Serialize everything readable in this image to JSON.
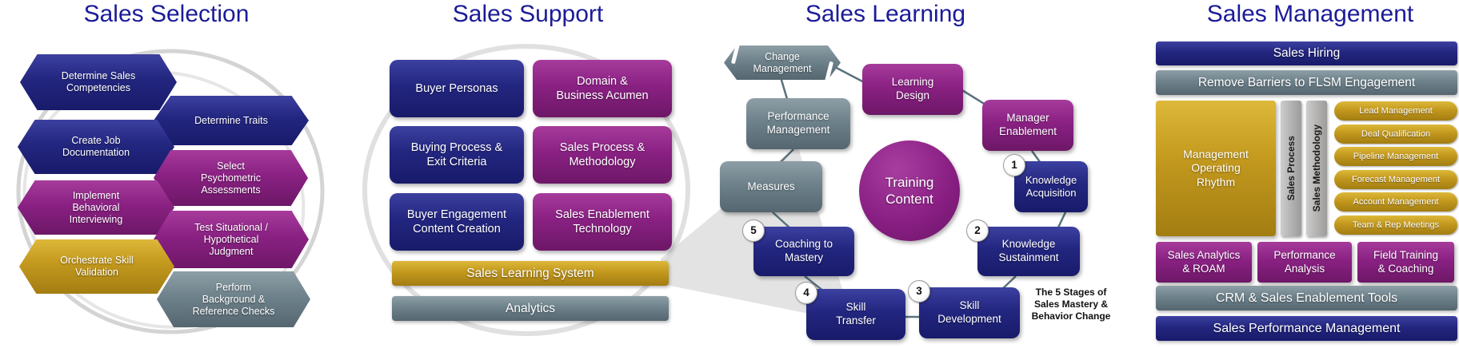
{
  "colors": {
    "navy": "#23267f",
    "purple": "#8a2183",
    "gold": "#c2981d",
    "slate": "#6e828b",
    "silver": "#b2b1b0",
    "title_blue": "#1b1b99",
    "connector": "#5a717c"
  },
  "sales_selection": {
    "title": "Sales Selection",
    "steps": [
      {
        "label": "Determine Sales\nCompetencies",
        "color": "navy"
      },
      {
        "label": "Determine Traits",
        "color": "navy"
      },
      {
        "label": "Create Job\nDocumentation",
        "color": "navy"
      },
      {
        "label": "Select\nPsychometric\nAssessments",
        "color": "purple"
      },
      {
        "label": "Implement\nBehavioral\nInterviewing",
        "color": "purple"
      },
      {
        "label": "Test Situational /\nHypothetical\nJudgment",
        "color": "purple"
      },
      {
        "label": "Orchestrate Skill\nValidation",
        "color": "gold"
      },
      {
        "label": "Perform\nBackground &\nReference Checks",
        "color": "slate"
      }
    ]
  },
  "sales_support": {
    "title": "Sales Support",
    "cards": [
      {
        "label": "Buyer Personas",
        "color": "navy"
      },
      {
        "label": "Domain &\nBusiness Acumen",
        "color": "purple"
      },
      {
        "label": "Buying Process &\nExit Criteria",
        "color": "navy"
      },
      {
        "label": "Sales Process &\nMethodology",
        "color": "purple"
      },
      {
        "label": "Buyer Engagement\nContent Creation",
        "color": "navy"
      },
      {
        "label": "Sales Enablement\nTechnology",
        "color": "purple"
      }
    ],
    "system_bar": "Sales Learning System",
    "analytics_bar": "Analytics"
  },
  "sales_learning": {
    "title": "Sales Learning",
    "change_management": "Change\nManagement",
    "learning_design": "Learning\nDesign",
    "performance_management": "Performance\nManagement",
    "manager_enablement": "Manager\nEnablement",
    "measures": "Measures",
    "training_content": "Training\nContent",
    "stages": [
      {
        "num": "1",
        "label": "Knowledge\nAcquisition"
      },
      {
        "num": "2",
        "label": "Knowledge\nSustainment"
      },
      {
        "num": "3",
        "label": "Skill\nDevelopment"
      },
      {
        "num": "4",
        "label": "Skill\nTransfer"
      },
      {
        "num": "5",
        "label": "Coaching to\nMastery"
      }
    ],
    "caption": "The 5 Stages of\nSales Mastery &\nBehavior Change"
  },
  "sales_management": {
    "title": "Sales Management",
    "hiring_bar": "Sales Hiring",
    "flsm_bar": "Remove Barriers to FLSM Engagement",
    "operating_rhythm": "Management\nOperating\nRhythm",
    "vertical_bars": [
      "Sales Process",
      "Sales Methodology"
    ],
    "pills": [
      "Lead Management",
      "Deal Qualification",
      "Pipeline Management",
      "Forecast Management",
      "Account Management",
      "Team & Rep Meetings"
    ],
    "analysis_boxes": [
      "Sales Analytics\n& ROAM",
      "Performance\nAnalysis",
      "Field Training\n& Coaching"
    ],
    "crm_bar": "CRM & Sales Enablement Tools",
    "spm_bar": "Sales Performance Management"
  }
}
